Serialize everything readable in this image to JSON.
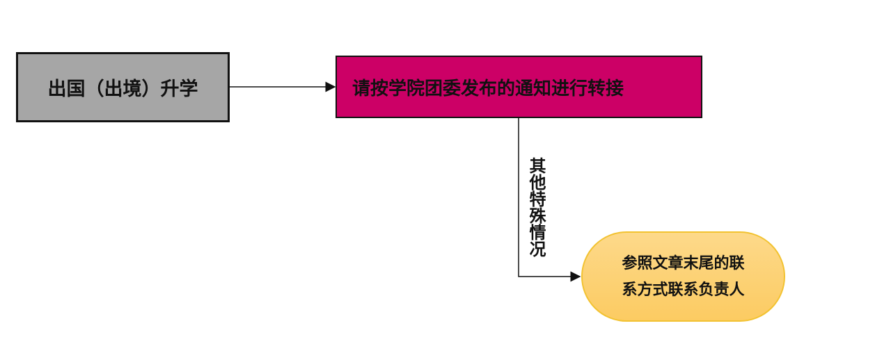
{
  "nodes": {
    "start": "出国（出境）升学",
    "transfer": "请按学院团委发布的通知进行转接",
    "contact_line1": "参照文章末尾的联",
    "contact_line2": "系方式联系负责人"
  },
  "edges": {
    "other_label": "其他特殊情况"
  },
  "colors": {
    "start_fill": "#a6a6a6",
    "transfer_fill": "#cc0066",
    "contact_fill": "#fdd37d"
  }
}
